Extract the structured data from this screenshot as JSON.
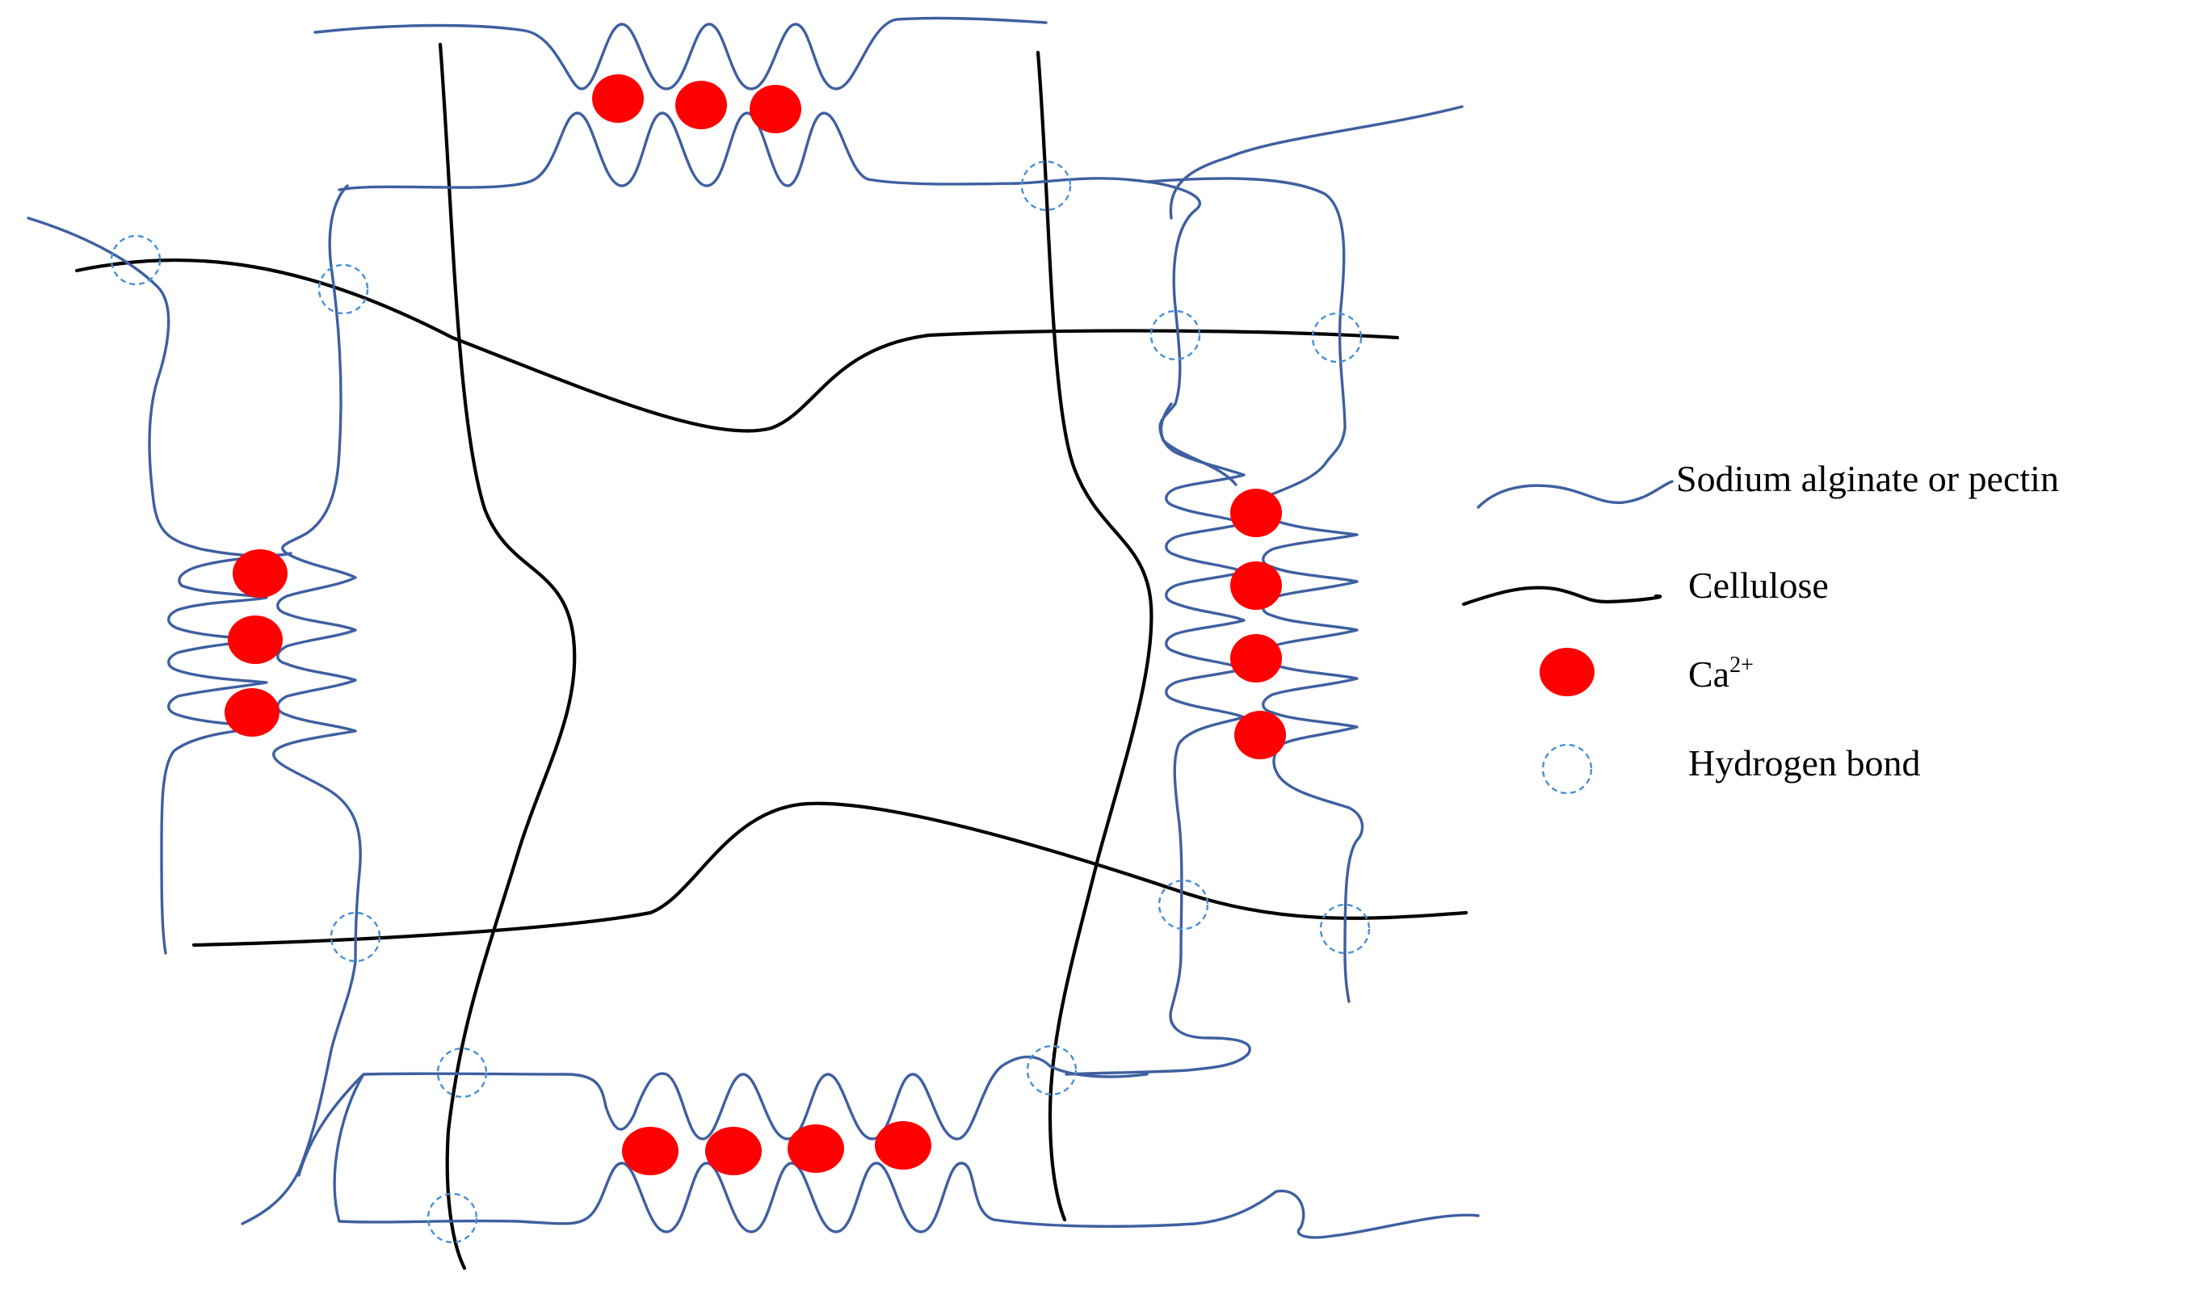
{
  "figure": {
    "background": "#ffffff"
  },
  "colors": {
    "alginate": "#3f5fa0",
    "cellulose": "#000000",
    "calcium": "#ff0000",
    "hydrogen_bond": "#4a8fd4"
  },
  "legend": {
    "alginate_label": "Sodium alginate or pectin",
    "cellulose_label": "Cellulose",
    "calcium_label": "Ca",
    "calcium_charge": "2+",
    "hbond_label": "Hydrogen bond"
  }
}
